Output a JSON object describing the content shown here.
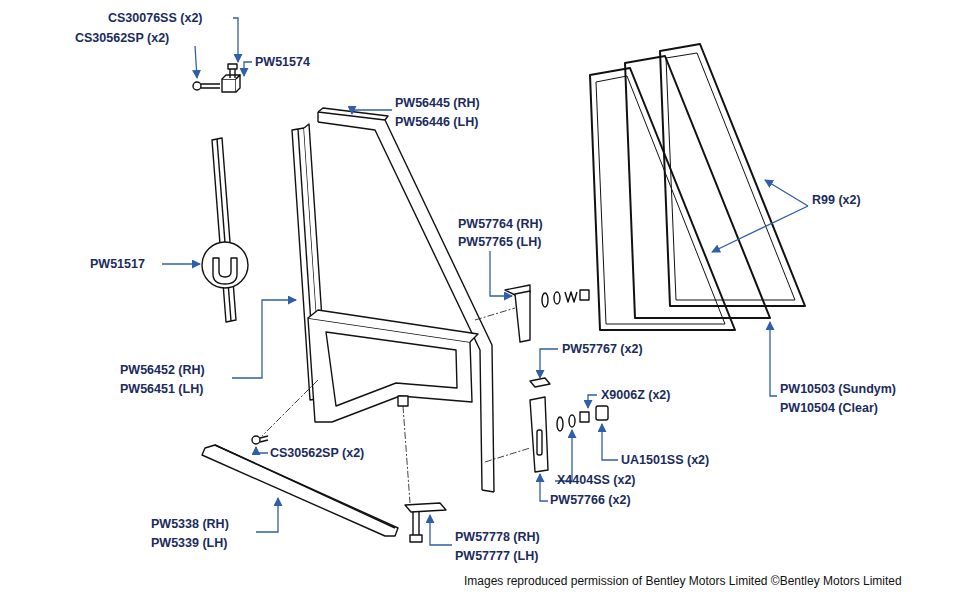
{
  "diagram": {
    "caption": "Images reproduced permission of Bentley Motors Limited ©Bentley Motors Limited",
    "labels": [
      "CS30076SS (x2)",
      "CS30562SP (x2)",
      "PW51574",
      "PW56445 (RH)",
      "PW56446 (LH)",
      "R99 (x2)",
      "PW57764 (RH)",
      "PW57765 (LH)",
      "PW51517",
      "PW57767 (x2)",
      "PW56452 (RH)",
      "PW56451 (LH)",
      "PW10503 (Sundym)",
      "X9006Z (x2)",
      "PW10504 (Clear)",
      "CS30562SP (x2)",
      "UA1501SS (x2)",
      "X4404SS (x2)",
      "PW57766 (x2)",
      "PW5338 (RH)",
      "PW5339 (LH)",
      "PW57778 (RH)",
      "PW57777 (LH)"
    ]
  }
}
